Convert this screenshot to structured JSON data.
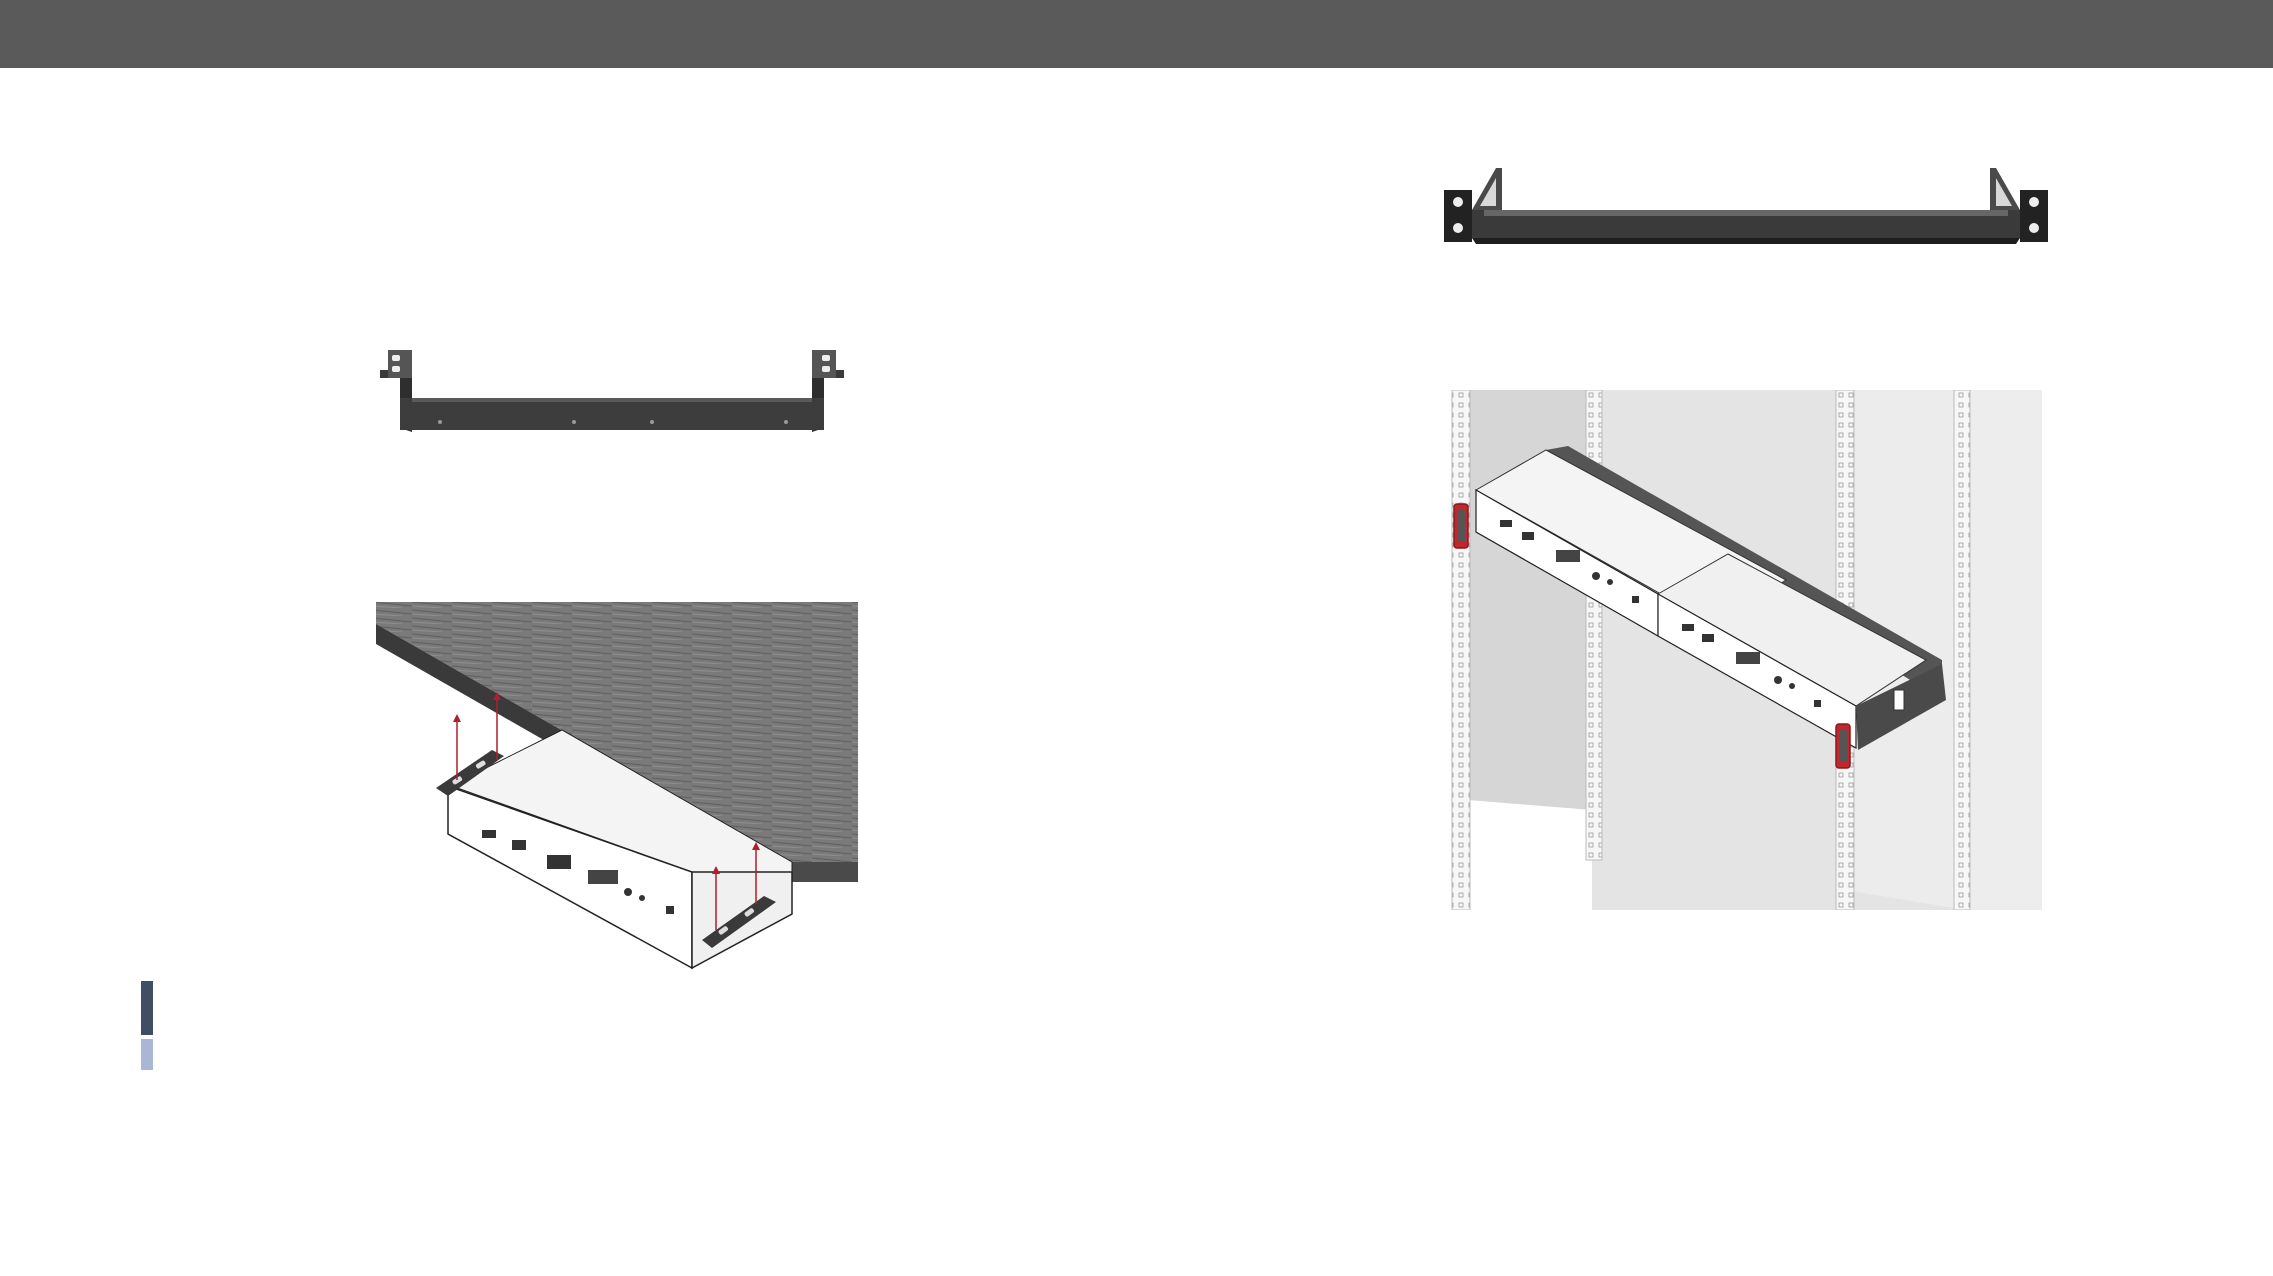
{
  "header": {
    "bar_color": "#5a5a5a"
  },
  "figures": {
    "undertable_bracket": {
      "icon": "undertable-bracket-illustration"
    },
    "undertable_mounting": {
      "icon": "undertable-mounting-illustration",
      "arrow_color": "#b01e2a"
    },
    "rack_shelf": {
      "icon": "rack-shelf-illustration"
    },
    "rack_mounting": {
      "icon": "rack-mounting-illustration",
      "highlight_color": "#c1272d"
    }
  },
  "note": {
    "marker_dark": "#3f4e63",
    "marker_light": "#a9b6d6"
  }
}
